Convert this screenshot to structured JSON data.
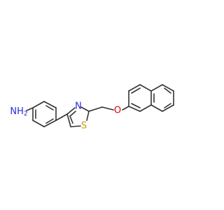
{
  "colors": {
    "bond": "#333333",
    "nitrogen": "#2a2ae0",
    "sulfur": "#c8a000",
    "oxygen": "#e00000",
    "background": "#ffffff"
  },
  "labels": {
    "amine": "NH",
    "amine_sub": "2",
    "thiazole_n": "N",
    "thiazole_s": "S",
    "ether_o": "O"
  }
}
